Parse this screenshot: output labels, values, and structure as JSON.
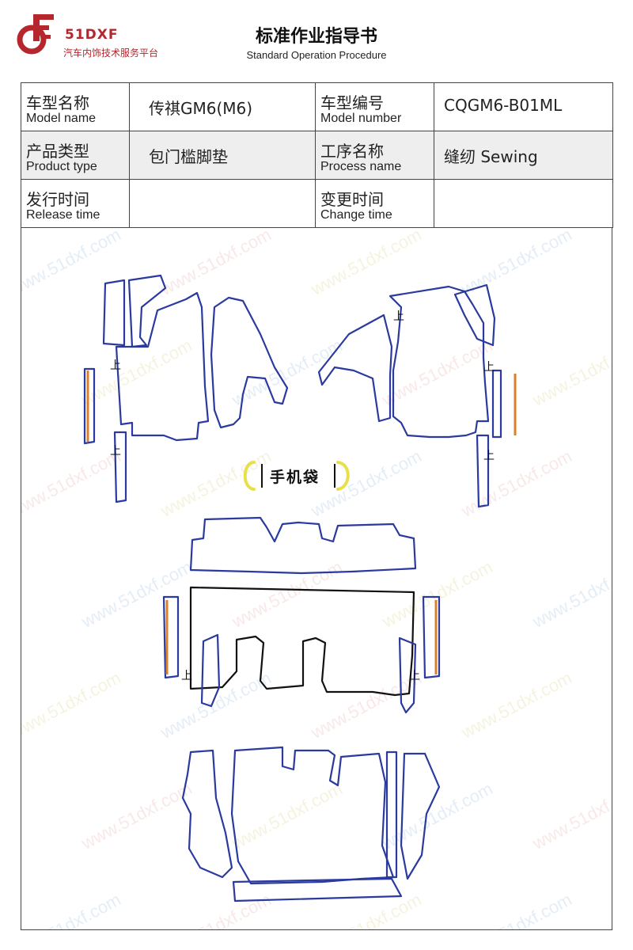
{
  "header": {
    "logo_name": "51DXF",
    "logo_tagline": "汽车内饰技术服务平台",
    "title": "标准作业指导书",
    "subtitle": "Standard Operation Procedure"
  },
  "info": {
    "model_name_label_cn": "车型名称",
    "model_name_label_en": "Model name",
    "model_name_value": "传祺GM6(M6)",
    "model_number_label_cn": "车型编号",
    "model_number_label_en": "Model number",
    "model_number_value": "CQGM6-B01ML",
    "product_type_label_cn": "产品类型",
    "product_type_label_en": "Product type",
    "product_type_value": "包门槛脚垫",
    "process_name_label_cn": "工序名称",
    "process_name_label_en": "Process name",
    "process_name_value": "缝纫 Sewing",
    "release_time_label_cn": "发行时间",
    "release_time_label_en": "Release time",
    "release_time_value": "",
    "change_time_label_cn": "变更时间",
    "change_time_label_en": "Change time",
    "change_time_value": ""
  },
  "drawing": {
    "pocket_label": "手机袋",
    "up_mark": "上",
    "watermark": "www.51dxf.com",
    "colors": {
      "outline_blue": "#2b3a9e",
      "outline_black": "#111111",
      "binding_orange": "#d9822b",
      "pocket_yellow": "#e8e04a",
      "logo_red": "#b5262d"
    }
  }
}
